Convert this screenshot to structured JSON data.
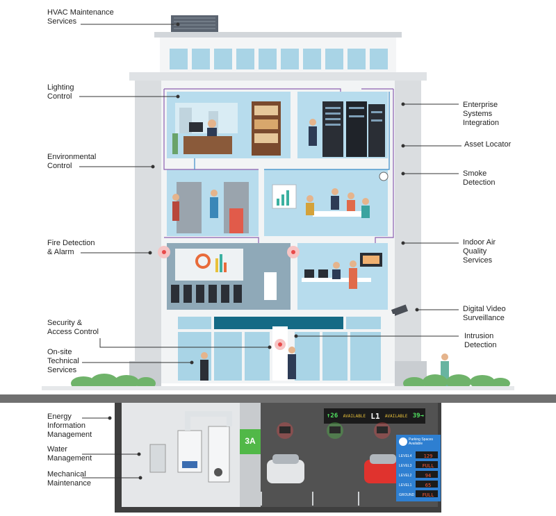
{
  "labels_left": [
    {
      "id": "hvac",
      "text": "HVAC Maintenance\nServices"
    },
    {
      "id": "lighting",
      "text": "Lighting\nControl"
    },
    {
      "id": "environmental",
      "text": "Environmental\nControl"
    },
    {
      "id": "fire",
      "text": "Fire Detection\n& Alarm"
    },
    {
      "id": "security",
      "text": "Security &\nAccess Control"
    },
    {
      "id": "onsite",
      "text": "On-site\nTechnical\nServices"
    },
    {
      "id": "energy",
      "text": "Energy\nInformation\nManagement"
    },
    {
      "id": "water",
      "text": "Water\nManagement"
    },
    {
      "id": "mechanical",
      "text": "Mechanical\nMaintenance"
    }
  ],
  "labels_right": [
    {
      "id": "enterprise",
      "text": "Enterprise\nSystems\nIntegration"
    },
    {
      "id": "asset",
      "text": "Asset Locator"
    },
    {
      "id": "smoke",
      "text": "Smoke\nDetection"
    },
    {
      "id": "air",
      "text": "Indoor Air\nQuality\nServices"
    },
    {
      "id": "video",
      "text": "Digital Video\nSurveillance"
    },
    {
      "id": "intrusion",
      "text": "Intrusion\nDetection"
    }
  ],
  "parking": {
    "zone": "3A",
    "sign_left": "26",
    "sign_available": "AVAILABLE",
    "sign_level": "L1",
    "sign_right": "39",
    "board_title": "Parking Spaces\nAvailable",
    "rows": [
      {
        "level": "LEVEL4",
        "value": "129"
      },
      {
        "level": "LEVEL3",
        "value": "FULL"
      },
      {
        "level": "LEVEL2",
        "value": "94"
      },
      {
        "level": "LEVEL1",
        "value": "65"
      },
      {
        "level": "GROUND",
        "value": "FULL"
      }
    ]
  },
  "colors": {
    "sky": "#aed5e6",
    "wall": "#f1f3f4",
    "pillar": "#d7dadd",
    "ground": "#6f6f6f",
    "basement": "#3b3b3b",
    "accent_green": "#51b848",
    "alarm": "#e84a4a",
    "board_blue": "#2e7fd1"
  }
}
